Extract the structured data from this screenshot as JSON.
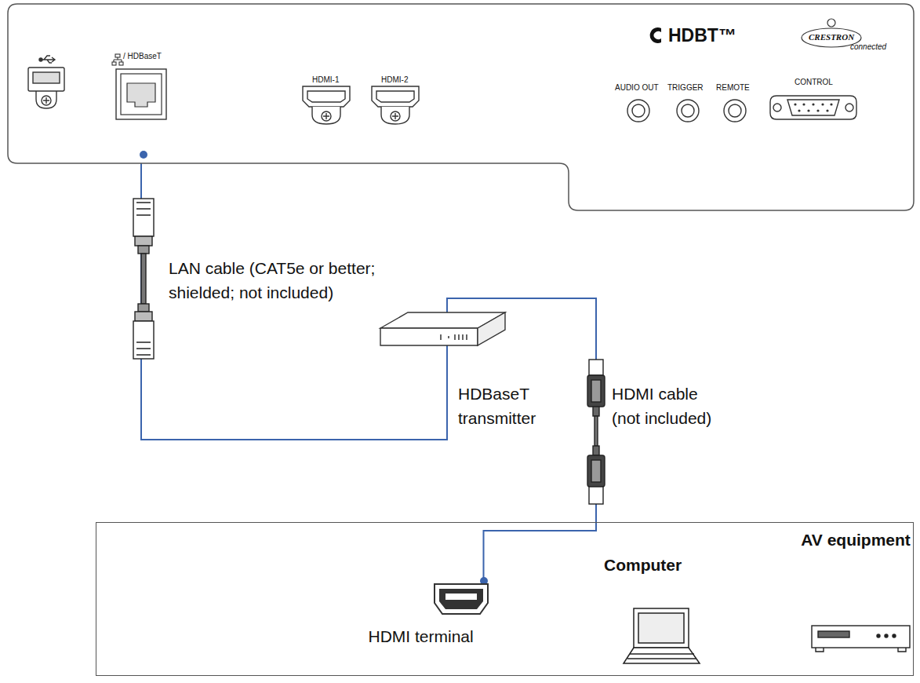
{
  "diagram": {
    "nodes": [
      {
        "text": [
          "/ HDBaseT"
        ]
      },
      {
        "text": [
          "HDBaseT transmitter"
        ]
      },
      {
        "text": [
          "Computer",
          "AV equipment"
        ]
      },
      {
        "text": [
          "HDMI terminal"
        ],
        "in": 2
      }
    ],
    "edges": [
      {
        "from": 0,
        "to": 1,
        "arrow": "none",
        "label": "LAN cable (CAT5e or better; shielded; not included)"
      },
      {
        "from": 1,
        "to": 3,
        "arrow": "none",
        "label": "HDMI cable (not included)"
      }
    ],
    "labels": [
      "HDMI-1",
      "HDMI-2",
      "AUDIO OUT",
      "TRIGGER",
      "REMOTE",
      "CONTROL",
      "HDBT™",
      "CRESTRON",
      "connected"
    ]
  }
}
